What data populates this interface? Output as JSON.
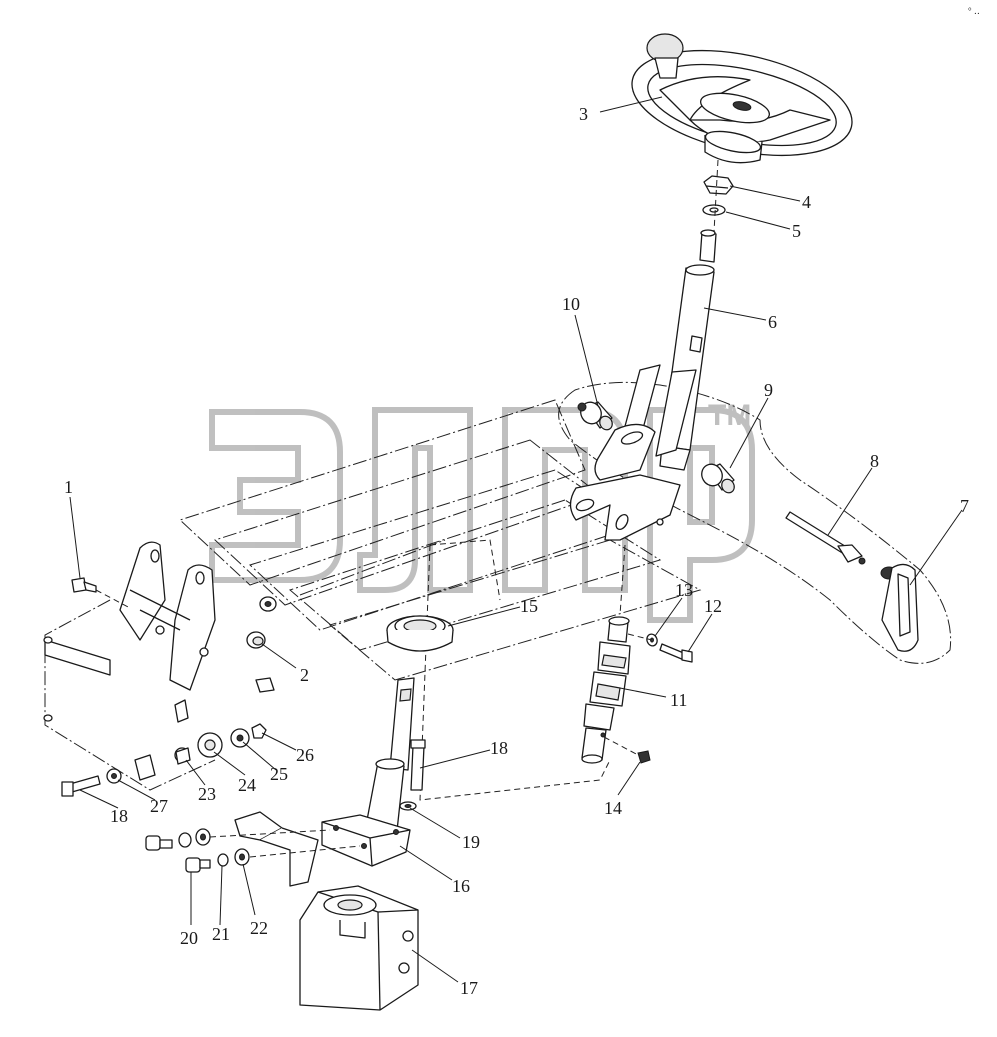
{
  "watermark": {
    "text": "элдр",
    "trademark": "TM",
    "color": "#b9b9b9"
  },
  "corner_mark": "° ‥",
  "callouts": [
    {
      "id": "c1",
      "label": "1"
    },
    {
      "id": "c2",
      "label": "2"
    },
    {
      "id": "c3",
      "label": "3"
    },
    {
      "id": "c4",
      "label": "4"
    },
    {
      "id": "c5",
      "label": "5"
    },
    {
      "id": "c6",
      "label": "6"
    },
    {
      "id": "c7",
      "label": "7"
    },
    {
      "id": "c8",
      "label": "8"
    },
    {
      "id": "c9",
      "label": "9"
    },
    {
      "id": "c10",
      "label": "10"
    },
    {
      "id": "c11",
      "label": "11"
    },
    {
      "id": "c12",
      "label": "12"
    },
    {
      "id": "c13",
      "label": "13"
    },
    {
      "id": "c14",
      "label": "14"
    },
    {
      "id": "c15",
      "label": "15"
    },
    {
      "id": "c16",
      "label": "16"
    },
    {
      "id": "c17",
      "label": "17"
    },
    {
      "id": "c18a",
      "label": "18"
    },
    {
      "id": "c18b",
      "label": "18"
    },
    {
      "id": "c19",
      "label": "19"
    },
    {
      "id": "c20",
      "label": "20"
    },
    {
      "id": "c21",
      "label": "21"
    },
    {
      "id": "c22",
      "label": "22"
    },
    {
      "id": "c23",
      "label": "23"
    },
    {
      "id": "c24",
      "label": "24"
    },
    {
      "id": "c25",
      "label": "25"
    },
    {
      "id": "c26",
      "label": "26"
    },
    {
      "id": "c27",
      "label": "27"
    }
  ]
}
